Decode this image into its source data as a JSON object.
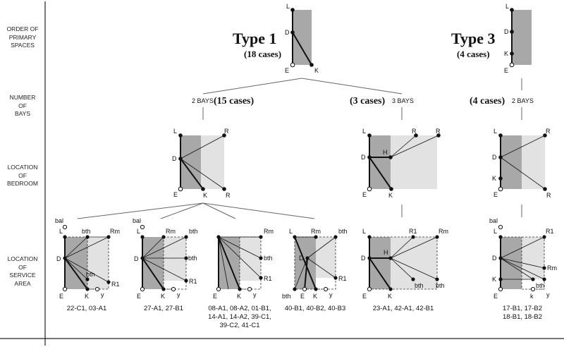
{
  "row_labels": {
    "order": "ORDER OF\nPRIMARY\nSPACES",
    "bays": "NUMBER\nOF\nBAYS",
    "bedroom": "LOCATION\nOF\nBEDROOM",
    "service": "LOCATION\nOF\nSERVICE\nAREA"
  },
  "type1": {
    "title": "Type 1",
    "count": "(18 cases)"
  },
  "type3": {
    "title": "Type 3",
    "count": "(4 cases)"
  },
  "bays": {
    "b2_small": "2 BAYS",
    "b2_cases": "(15 cases)",
    "b3_cases": "(3 cases)",
    "b3_small": "3 BAYS",
    "t3_cases": "(4 cases)",
    "t3_small": "2 BAYS"
  },
  "letters": {
    "L": "L",
    "D": "D",
    "E": "E",
    "K": "K",
    "k": "k",
    "R": "R",
    "H": "H",
    "R1": "R1",
    "Rm": "Rm",
    "bth": "bth",
    "bal": "bal",
    "y": "y"
  },
  "captions": {
    "c1": [
      "22-C1, 03-A1"
    ],
    "c2": [
      "27-A1, 27-B1"
    ],
    "c3": [
      "08-A1, 08-A2, 01-B1,",
      "14-A1, 14-A2, 39-C1,",
      "39-C2, 41-C1"
    ],
    "c4": [
      "40-B1, 40-B2, 40-B3"
    ],
    "c5": [
      "23-A1, 42-A1, 42-B1"
    ],
    "c6": [
      "17-B1, 17-B2",
      "18-B1, 18-B2"
    ]
  }
}
